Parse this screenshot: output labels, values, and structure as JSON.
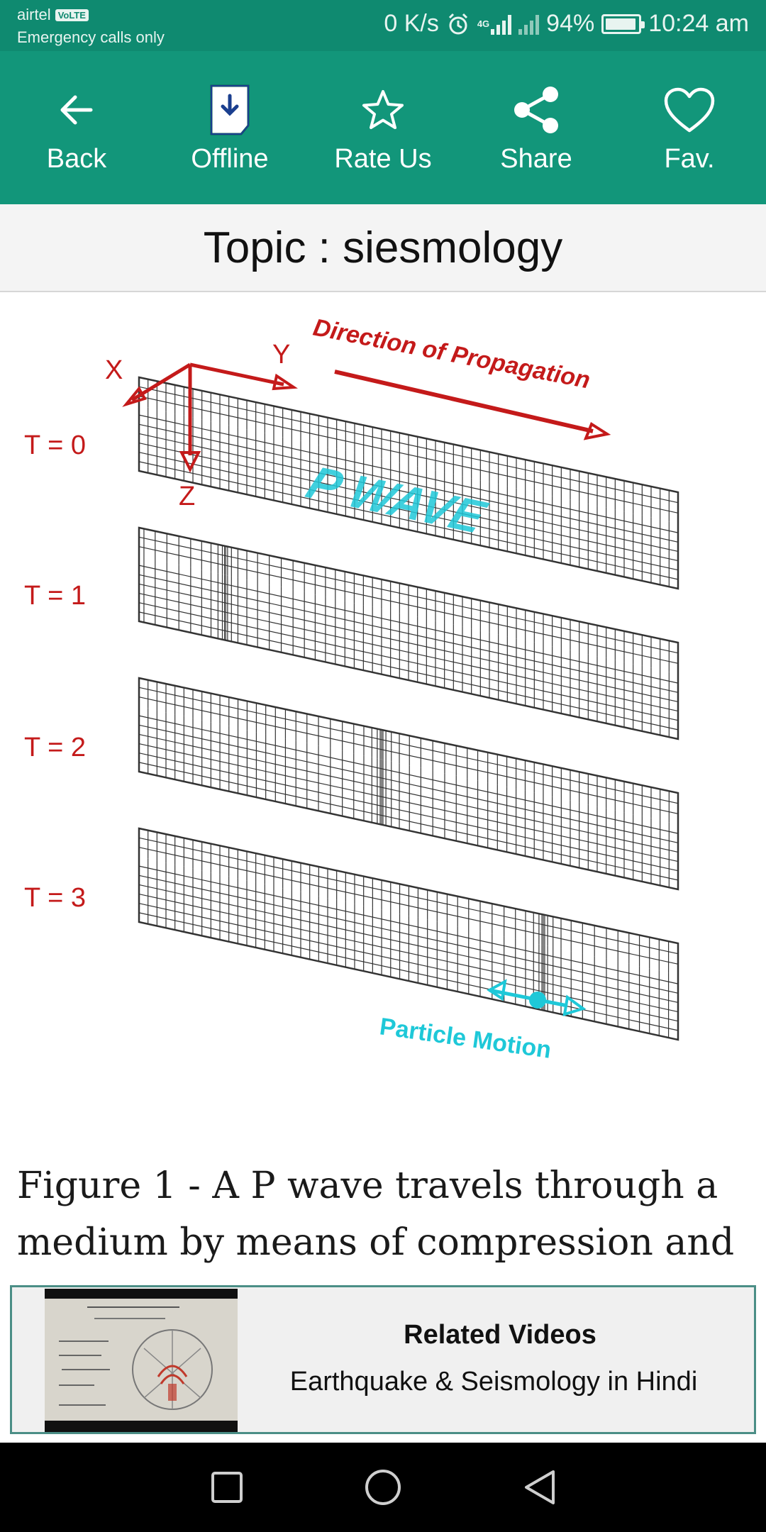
{
  "status_bar": {
    "carrier": "airtel",
    "volte_badge": "VoLTE",
    "emergency": "Emergency calls only",
    "net_speed": "0 K/s",
    "network_type": "4G",
    "battery": "94%",
    "battery_level": 0.94,
    "time": "10:24 am"
  },
  "toolbar": {
    "items": [
      {
        "label": "Back",
        "icon": "arrow-left-icon"
      },
      {
        "label": "Offline",
        "icon": "download-file-icon"
      },
      {
        "label": "Rate Us",
        "icon": "star-icon"
      },
      {
        "label": "Share",
        "icon": "share-icon"
      },
      {
        "label": "Fav.",
        "icon": "heart-icon"
      }
    ]
  },
  "topic": {
    "title": "Topic : siesmology"
  },
  "figure": {
    "axis_x": "X",
    "axis_y": "Y",
    "axis_z": "Z",
    "direction_label": "Direction of Propagation",
    "wave_label": "P WAVE",
    "particle_label": "Particle Motion",
    "time_labels": [
      "T = 0",
      "T = 1",
      "T = 2",
      "T = 3"
    ],
    "colors": {
      "red": "#c41a1a",
      "cyan": "#1ec8d8",
      "grid": "#333333"
    }
  },
  "caption": {
    "text": "Figure 1 - A P wave travels through a medium by means of compression and"
  },
  "related": {
    "title": "Related Videos",
    "subtitle": "Earthquake & Seismology in Hindi"
  },
  "nav": {
    "icons": [
      "recent-apps-icon",
      "home-icon",
      "back-triangle-icon"
    ]
  }
}
